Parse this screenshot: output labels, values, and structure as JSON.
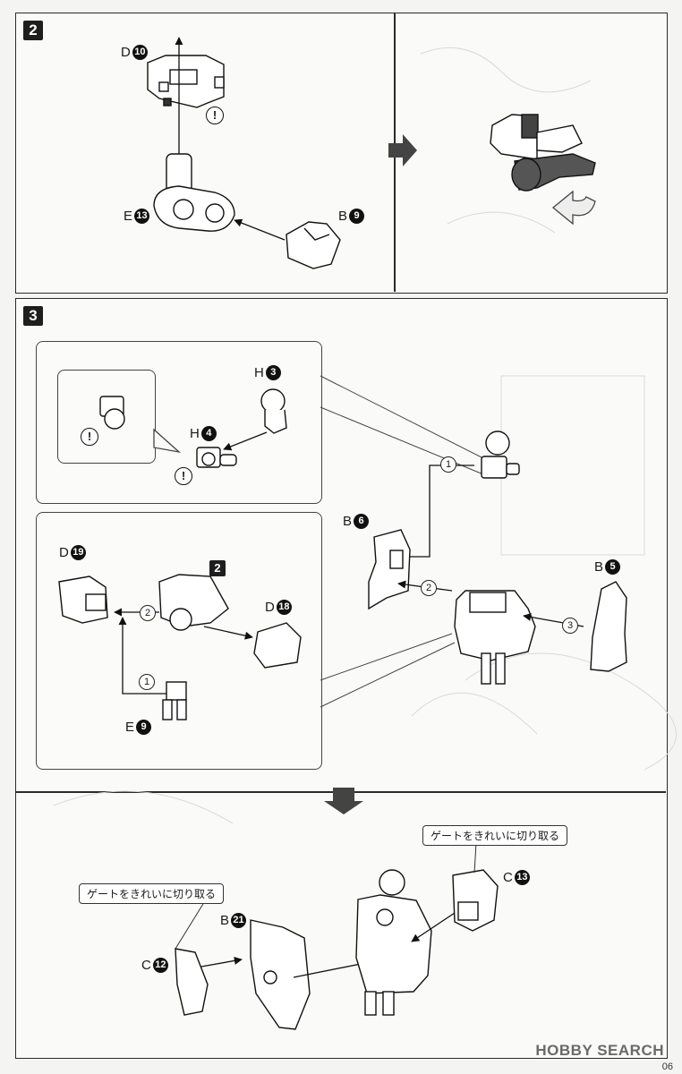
{
  "steps": {
    "step2": {
      "badge": "2"
    },
    "step3": {
      "badge": "3"
    }
  },
  "part_labels": {
    "d10": {
      "letter": "D",
      "num": "10"
    },
    "e13": {
      "letter": "E",
      "num": "13"
    },
    "b9": {
      "letter": "B",
      "num": "9"
    },
    "h3": {
      "letter": "H",
      "num": "3"
    },
    "h4": {
      "letter": "H",
      "num": "4"
    },
    "b6": {
      "letter": "B",
      "num": "6"
    },
    "b5": {
      "letter": "B",
      "num": "5"
    },
    "d19": {
      "letter": "D",
      "num": "19"
    },
    "d18": {
      "letter": "D",
      "num": "18"
    },
    "e9": {
      "letter": "E",
      "num": "9"
    },
    "c13": {
      "letter": "C",
      "num": "13"
    },
    "b21": {
      "letter": "B",
      "num": "21"
    },
    "c12": {
      "letter": "C",
      "num": "12"
    }
  },
  "sequence": {
    "s1": "1",
    "s2": "2",
    "s3": "3",
    "s4": "1",
    "s5": "2"
  },
  "sub_badge": "2",
  "warning_mark": "!",
  "notes": {
    "gate1": "ゲートをきれいに切り取る",
    "gate2": "ゲートをきれいに切り取る"
  },
  "footer": {
    "brand": "HOBBY SEARCH",
    "page": "06"
  },
  "icons": [
    "arrow-right-icon",
    "arrow-down-icon",
    "rotate-arrow-icon",
    "warning-icon"
  ]
}
